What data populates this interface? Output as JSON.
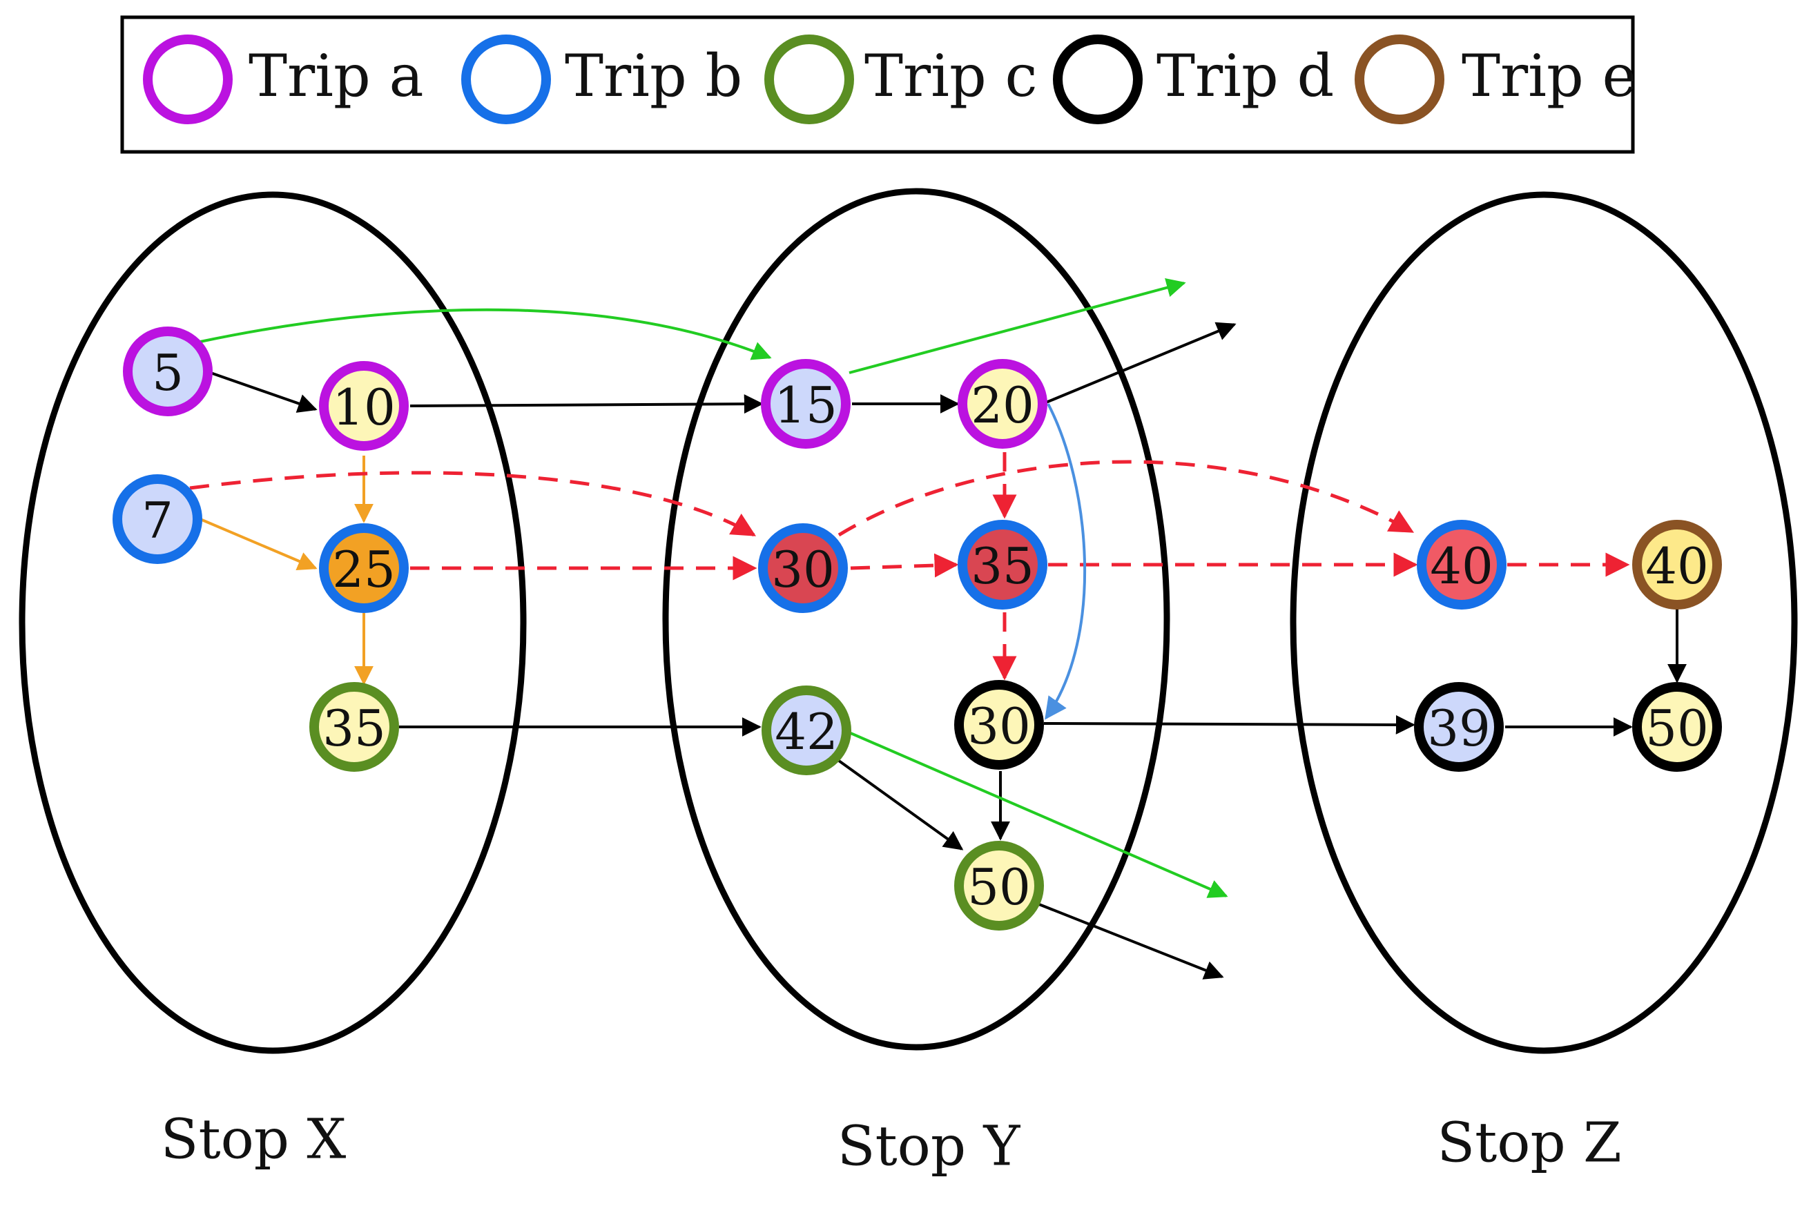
{
  "trips": [
    {
      "key": "a",
      "name": "Trip a",
      "color": "#bb12e0"
    },
    {
      "key": "b",
      "name": "Trip b",
      "color": "#1670e8"
    },
    {
      "key": "c",
      "name": "Trip c",
      "color": "#5a8e22"
    },
    {
      "key": "d",
      "name": "Trip d",
      "color": "#000000"
    },
    {
      "key": "e",
      "name": "Trip e",
      "color": "#8a5324"
    }
  ],
  "stops": [
    "Stop X",
    "Stop Y",
    "Stop Z"
  ],
  "nodes": [
    {
      "id": "x5",
      "label": "5",
      "trip": "a",
      "fill": "#cdd8fb"
    },
    {
      "id": "x10",
      "label": "10",
      "trip": "a",
      "fill": "#fdf6b8"
    },
    {
      "id": "x7",
      "label": "7",
      "trip": "b",
      "fill": "#cdd8fb"
    },
    {
      "id": "x25",
      "label": "25",
      "trip": "b",
      "fill": "#f2a124"
    },
    {
      "id": "x35",
      "label": "35",
      "trip": "c",
      "fill": "#fdf6b8"
    },
    {
      "id": "y15",
      "label": "15",
      "trip": "a",
      "fill": "#cdd8fb"
    },
    {
      "id": "y20",
      "label": "20",
      "trip": "a",
      "fill": "#fdf6b8"
    },
    {
      "id": "y30b",
      "label": "30",
      "trip": "b",
      "fill": "#d94652"
    },
    {
      "id": "y35",
      "label": "35",
      "trip": "b",
      "fill": "#d94652"
    },
    {
      "id": "y42",
      "label": "42",
      "trip": "c",
      "fill": "#cdd8fb"
    },
    {
      "id": "y30d",
      "label": "30",
      "trip": "d",
      "fill": "#fdf6b8"
    },
    {
      "id": "y50",
      "label": "50",
      "trip": "c",
      "fill": "#fdf6b8"
    },
    {
      "id": "z40b",
      "label": "40",
      "trip": "b",
      "fill": "#f05a65"
    },
    {
      "id": "z40e",
      "label": "40",
      "trip": "e",
      "fill": "#fde98a"
    },
    {
      "id": "z39",
      "label": "39",
      "trip": "d",
      "fill": "#cdd8fb"
    },
    {
      "id": "z50",
      "label": "50",
      "trip": "d",
      "fill": "#fdf6b8"
    }
  ],
  "edge_colors": {
    "black": "#000000",
    "green": "#22cc22",
    "orange": "#f2a124",
    "red": "#ee2233",
    "blue": "#4a90e0"
  }
}
